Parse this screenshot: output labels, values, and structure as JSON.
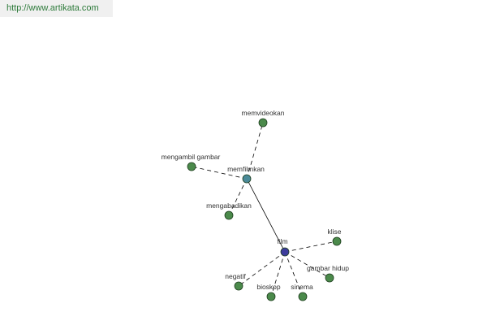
{
  "source_link": {
    "text": "http://www.artikata.com"
  },
  "graph": {
    "colors": {
      "leaf_fill": "#4b8a4b",
      "hub_fill": "#4a8a98",
      "root_fill": "#3c3c9c",
      "node_stroke": "#1f3f1f",
      "edge": "#000000"
    },
    "nodes": [
      {
        "id": "film",
        "label": "film",
        "kind": "root"
      },
      {
        "id": "memfilmkan",
        "label": "memfilmkan",
        "kind": "hub"
      },
      {
        "id": "memvideokan",
        "label": "memvideokan",
        "kind": "leaf"
      },
      {
        "id": "mengambil-gambar",
        "label": "mengambil gambar",
        "kind": "leaf"
      },
      {
        "id": "mengabadikan",
        "label": "mengabadikan",
        "kind": "leaf"
      },
      {
        "id": "klise",
        "label": "klise",
        "kind": "leaf"
      },
      {
        "id": "gambar-hidup",
        "label": "gambar hidup",
        "kind": "leaf"
      },
      {
        "id": "negatif",
        "label": "negatif",
        "kind": "leaf"
      },
      {
        "id": "bioskop",
        "label": "bioskop",
        "kind": "leaf"
      },
      {
        "id": "sinema",
        "label": "sinema",
        "kind": "leaf"
      }
    ],
    "edges": [
      {
        "from": "memfilmkan",
        "to": "film",
        "style": "solid"
      },
      {
        "from": "memfilmkan",
        "to": "memvideokan",
        "style": "dashed"
      },
      {
        "from": "memfilmkan",
        "to": "mengambil-gambar",
        "style": "dashed"
      },
      {
        "from": "memfilmkan",
        "to": "mengabadikan",
        "style": "dashed"
      },
      {
        "from": "film",
        "to": "klise",
        "style": "dashed"
      },
      {
        "from": "film",
        "to": "gambar-hidup",
        "style": "dashed"
      },
      {
        "from": "film",
        "to": "negatif",
        "style": "dashed"
      },
      {
        "from": "film",
        "to": "bioskop",
        "style": "dashed"
      },
      {
        "from": "film",
        "to": "sinema",
        "style": "dashed"
      }
    ]
  }
}
